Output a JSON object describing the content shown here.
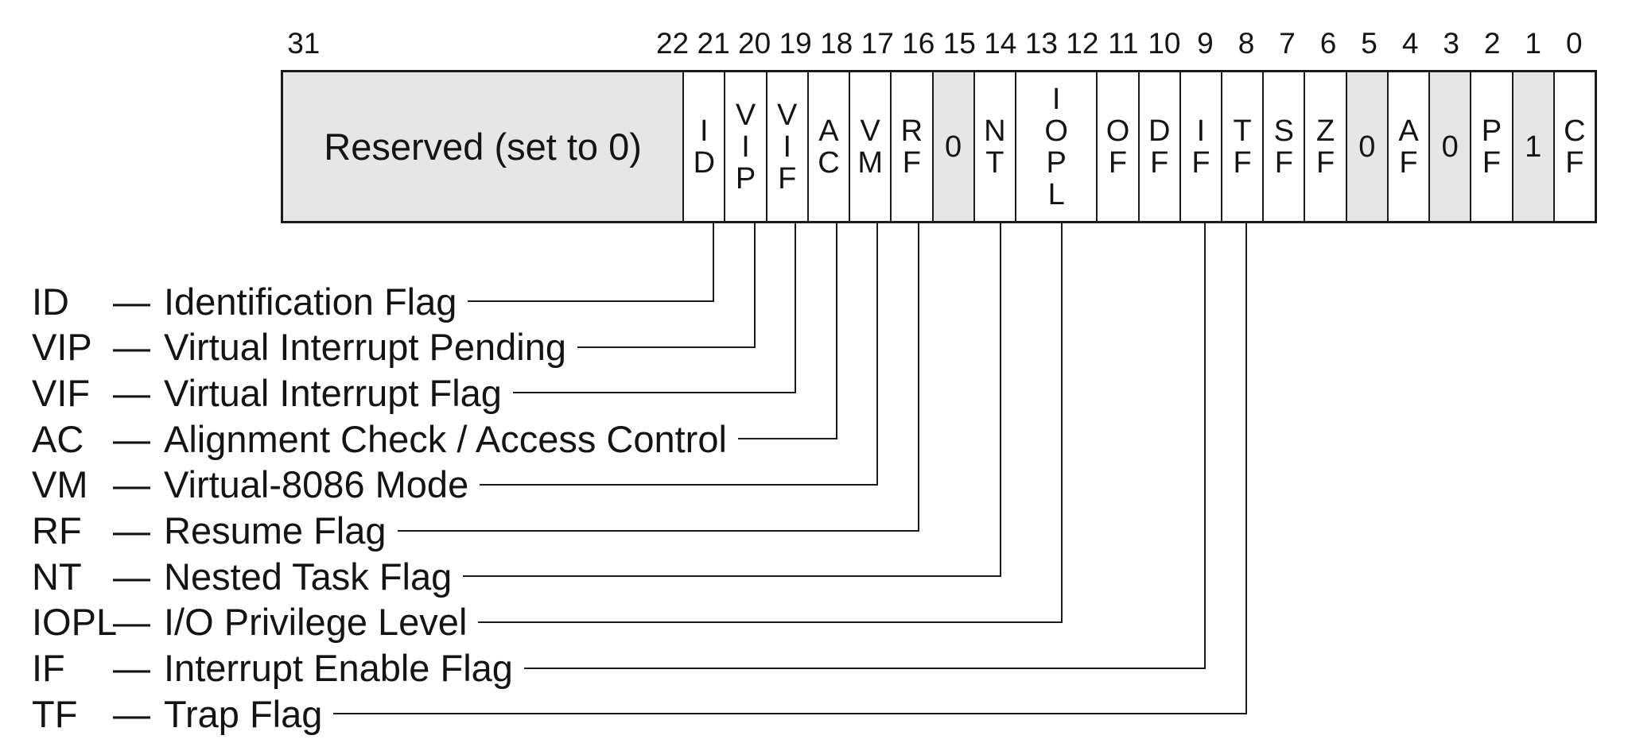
{
  "register": {
    "bit_numbers": [
      31,
      22,
      21,
      20,
      19,
      18,
      17,
      16,
      15,
      14,
      13,
      12,
      11,
      10,
      9,
      8,
      7,
      6,
      5,
      4,
      3,
      2,
      1,
      0
    ],
    "cells": [
      {
        "label": "Reserved (set to 0)",
        "bits": "31-22",
        "span": 10,
        "shaded": true,
        "wide": true
      },
      {
        "label": "ID",
        "bits": "21",
        "span": 1,
        "shaded": false
      },
      {
        "label": "VIP",
        "bits": "20",
        "span": 1,
        "shaded": false
      },
      {
        "label": "VIF",
        "bits": "19",
        "span": 1,
        "shaded": false
      },
      {
        "label": "AC",
        "bits": "18",
        "span": 1,
        "shaded": false
      },
      {
        "label": "VM",
        "bits": "17",
        "span": 1,
        "shaded": false
      },
      {
        "label": "RF",
        "bits": "16",
        "span": 1,
        "shaded": false
      },
      {
        "label": "0",
        "bits": "15",
        "span": 1,
        "shaded": true
      },
      {
        "label": "NT",
        "bits": "14",
        "span": 1,
        "shaded": false
      },
      {
        "label": "IOPL",
        "bits": "13-12",
        "span": 2,
        "shaded": false
      },
      {
        "label": "OF",
        "bits": "11",
        "span": 1,
        "shaded": false
      },
      {
        "label": "DF",
        "bits": "10",
        "span": 1,
        "shaded": false
      },
      {
        "label": "IF",
        "bits": "9",
        "span": 1,
        "shaded": false
      },
      {
        "label": "TF",
        "bits": "8",
        "span": 1,
        "shaded": false
      },
      {
        "label": "SF",
        "bits": "7",
        "span": 1,
        "shaded": false
      },
      {
        "label": "ZF",
        "bits": "6",
        "span": 1,
        "shaded": false
      },
      {
        "label": "0",
        "bits": "5",
        "span": 1,
        "shaded": true
      },
      {
        "label": "AF",
        "bits": "4",
        "span": 1,
        "shaded": false
      },
      {
        "label": "0",
        "bits": "3",
        "span": 1,
        "shaded": true
      },
      {
        "label": "PF",
        "bits": "2",
        "span": 1,
        "shaded": false
      },
      {
        "label": "1",
        "bits": "1",
        "span": 1,
        "shaded": true
      },
      {
        "label": "CF",
        "bits": "0",
        "span": 1,
        "shaded": false
      }
    ]
  },
  "legend": {
    "dash": "—",
    "entries": [
      {
        "abbr": "ID",
        "name": "Identification Flag",
        "bits": "21"
      },
      {
        "abbr": "VIP",
        "name": "Virtual Interrupt Pending",
        "bits": "20"
      },
      {
        "abbr": "VIF",
        "name": "Virtual Interrupt Flag",
        "bits": "19"
      },
      {
        "abbr": "AC",
        "name": "Alignment Check / Access Control",
        "bits": "18"
      },
      {
        "abbr": "VM",
        "name": "Virtual-8086 Mode",
        "bits": "17"
      },
      {
        "abbr": "RF",
        "name": "Resume Flag",
        "bits": "16"
      },
      {
        "abbr": "NT",
        "name": "Nested Task Flag",
        "bits": "14"
      },
      {
        "abbr": "IOPL",
        "name": "I/O Privilege Level",
        "bits": "13-12"
      },
      {
        "abbr": "IF",
        "name": "Interrupt Enable Flag",
        "bits": "9"
      },
      {
        "abbr": "TF",
        "name": "Trap Flag",
        "bits": "8"
      }
    ]
  },
  "colors": {
    "line": "#1a1a1a",
    "shaded_cell": "#e6e6e6",
    "background": "#ffffff"
  }
}
